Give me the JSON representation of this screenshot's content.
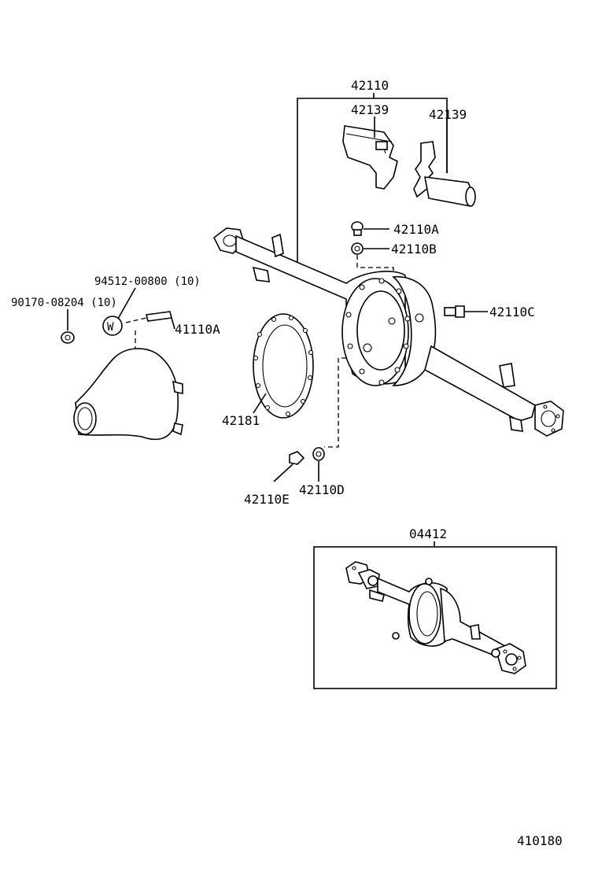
{
  "diagram": {
    "labels": {
      "axle_housing": "42110",
      "plug_left": "42139",
      "plug_right": "42139",
      "bolt_a": "42110A",
      "nut_b": "42110B",
      "breather_c": "42110C",
      "gasket": "42181",
      "nut_d": "42110D",
      "plug_e": "42110E",
      "nut_94512": "94512-00800 (10)",
      "washer_90170": "90170-08204 (10)",
      "washer_symbol": "W",
      "stud_41110a": "41110A",
      "housing_assy": "04412",
      "figure_number": "410180"
    }
  }
}
